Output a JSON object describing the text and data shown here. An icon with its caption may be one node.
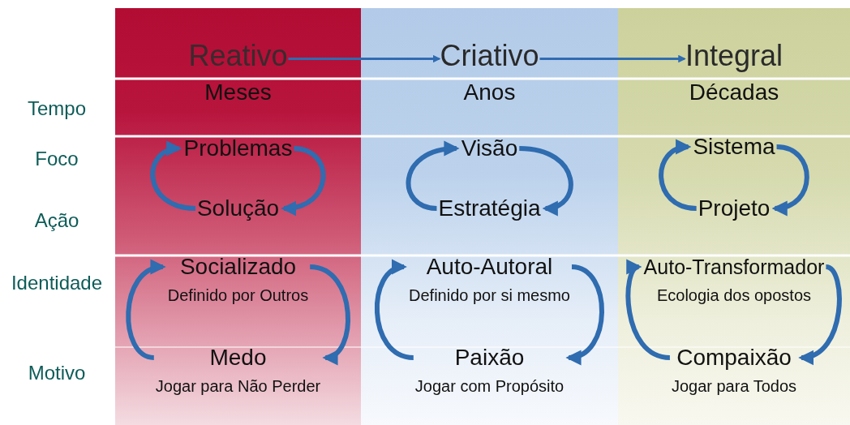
{
  "diagram": {
    "nodes": [
      {
        "text": [
          "Reativo"
        ]
      },
      {
        "text": [
          "Meses"
        ]
      },
      {
        "text": [
          "Problemas"
        ]
      },
      {
        "text": [
          "Solução"
        ]
      },
      {
        "text": [
          "Socializado",
          "Definido por Outros"
        ]
      },
      {
        "text": [
          "Medo",
          "Jogar para Não Perder"
        ]
      },
      {
        "text": [
          "Criativo"
        ]
      },
      {
        "text": [
          "Anos"
        ]
      },
      {
        "text": [
          "Visão"
        ]
      },
      {
        "text": [
          "Estratégia"
        ]
      },
      {
        "text": [
          "Auto-Autoral",
          "Definido por si mesmo"
        ]
      },
      {
        "text": [
          "Paixão",
          "Jogar com Propósito"
        ]
      },
      {
        "text": [
          "Integral"
        ]
      },
      {
        "text": [
          "Décadas"
        ]
      },
      {
        "text": [
          "Sistema"
        ]
      },
      {
        "text": [
          "Projeto"
        ]
      },
      {
        "text": [
          "Auto-Transformador",
          "Ecologia dos opostos"
        ]
      },
      {
        "text": [
          "Compaixão",
          "Jogar para Todos"
        ]
      }
    ],
    "edges": [
      {
        "from": 0,
        "to": 6,
        "arrow": "to"
      },
      {
        "from": 6,
        "to": 12,
        "arrow": "to"
      },
      {
        "from": 2,
        "to": 3,
        "arrow": "to"
      },
      {
        "from": 3,
        "to": 2,
        "arrow": "to"
      },
      {
        "from": 4,
        "to": 5,
        "arrow": "to"
      },
      {
        "from": 5,
        "to": 4,
        "arrow": "to"
      },
      {
        "from": 8,
        "to": 9,
        "arrow": "to"
      },
      {
        "from": 9,
        "to": 8,
        "arrow": "to"
      },
      {
        "from": 10,
        "to": 11,
        "arrow": "to"
      },
      {
        "from": 11,
        "to": 10,
        "arrow": "to"
      },
      {
        "from": 14,
        "to": 15,
        "arrow": "to"
      },
      {
        "from": 15,
        "to": 14,
        "arrow": "to"
      },
      {
        "from": 16,
        "to": 17,
        "arrow": "to"
      },
      {
        "from": 17,
        "to": 16,
        "arrow": "to"
      }
    ],
    "labels": [
      "Tempo",
      "Foco",
      "Ação",
      "Identidade",
      "Motivo"
    ]
  }
}
